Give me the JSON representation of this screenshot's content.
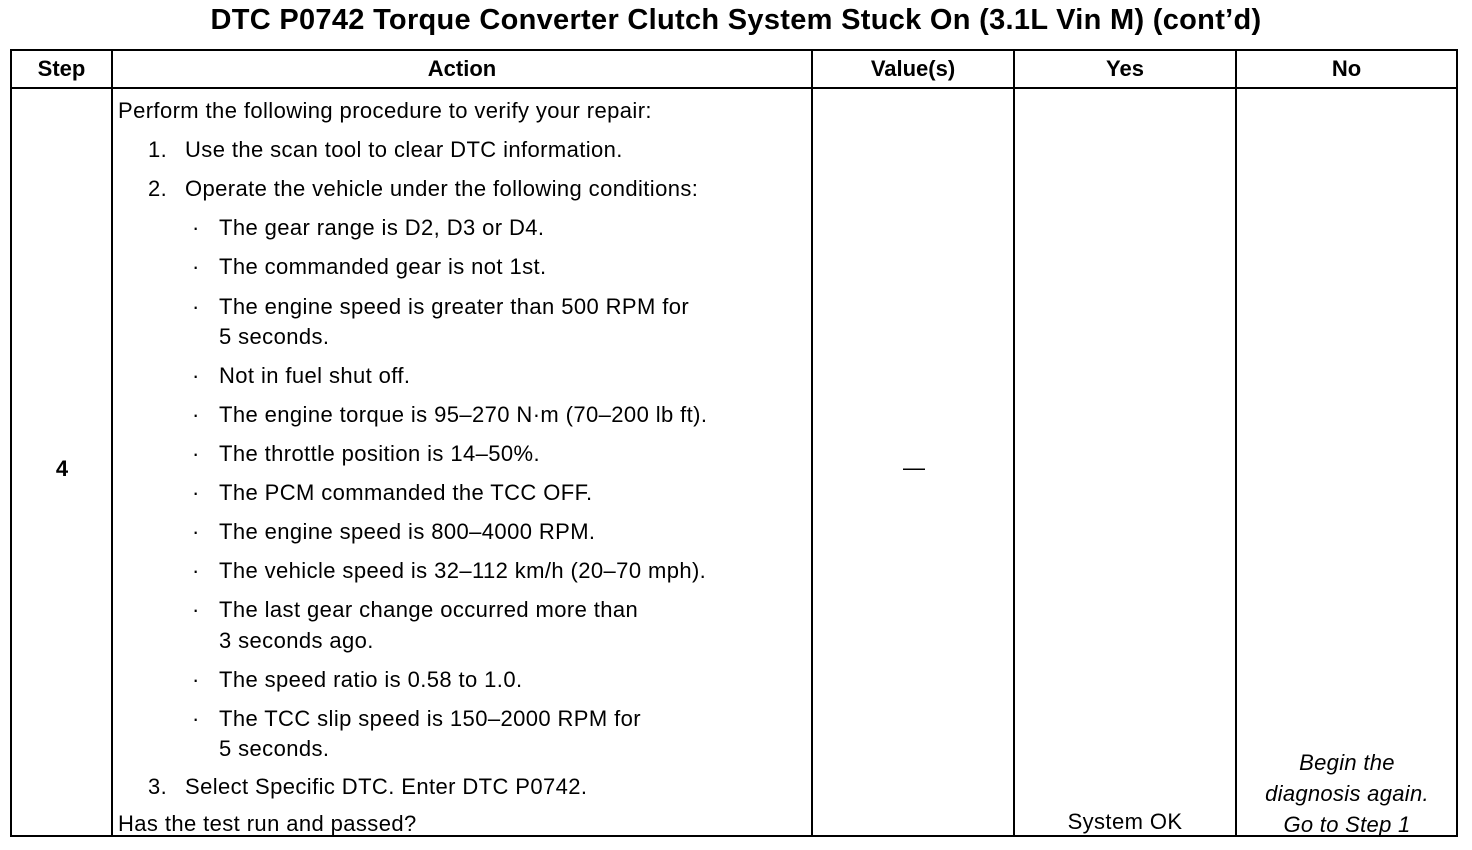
{
  "title": "DTC P0742 Torque Converter Clutch System Stuck On (3.1L Vin M) (cont’d)",
  "headers": {
    "step": "Step",
    "action": "Action",
    "values": "Value(s)",
    "yes": "Yes",
    "no": "No"
  },
  "row": {
    "step": "4",
    "value": "—",
    "intro": "Perform the following procedure to verify your repair:",
    "steps": [
      {
        "num": "1.",
        "text": "Use the scan tool to clear DTC information."
      },
      {
        "num": "2.",
        "text": "Operate the vehicle under the following conditions:"
      },
      {
        "num": "3.",
        "text": "Select Specific DTC. Enter DTC P0742."
      }
    ],
    "conditions": [
      {
        "line1": "The gear range is D2, D3 or D4."
      },
      {
        "line1": "The commanded gear is not 1st."
      },
      {
        "line1": "The engine speed is greater than 500 RPM for",
        "line2": "5 seconds."
      },
      {
        "line1": "Not in fuel shut off."
      },
      {
        "line1": "The engine torque is 95–270 N·m (70–200 lb ft)."
      },
      {
        "line1": "The throttle position is 14–50%."
      },
      {
        "line1": "The PCM commanded the TCC OFF."
      },
      {
        "line1": "The engine speed is 800–4000 RPM."
      },
      {
        "line1": "The vehicle speed is 32–112 km/h (20–70 mph)."
      },
      {
        "line1": "The last gear change occurred more than",
        "line2": "3 seconds ago."
      },
      {
        "line1": "The speed ratio is 0.58 to 1.0."
      },
      {
        "line1": "The TCC slip speed is 150–2000 RPM for",
        "line2": "5 seconds."
      }
    ],
    "question": "Has the test run and passed?",
    "yes": "System OK",
    "no": {
      "line1": "Begin the",
      "line2": "diagnosis again.",
      "line3": "Go to Step 1"
    }
  }
}
